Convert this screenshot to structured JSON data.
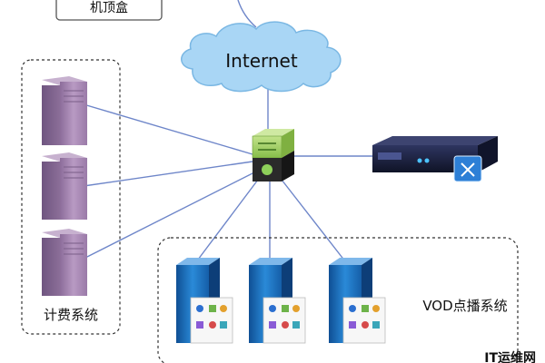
{
  "nodes": {
    "settop_box": {
      "label": "机顶盒"
    },
    "internet": {
      "label": "Internet"
    },
    "billing_system": {
      "label": "计费系统"
    },
    "vod_system": {
      "label": "VOD点播系统"
    }
  },
  "watermark": "IT运维网",
  "colors": {
    "cloud": "#a9d6f5",
    "cloud_stroke": "#7ab7e3",
    "link": "#6e86c9",
    "billing_server": "#a98bb4",
    "vod_server": "#1e78c8",
    "switch_top": "#a6d36a",
    "switch_bottom": "#2c2c2c",
    "rack_server": "#1a1f3a"
  }
}
